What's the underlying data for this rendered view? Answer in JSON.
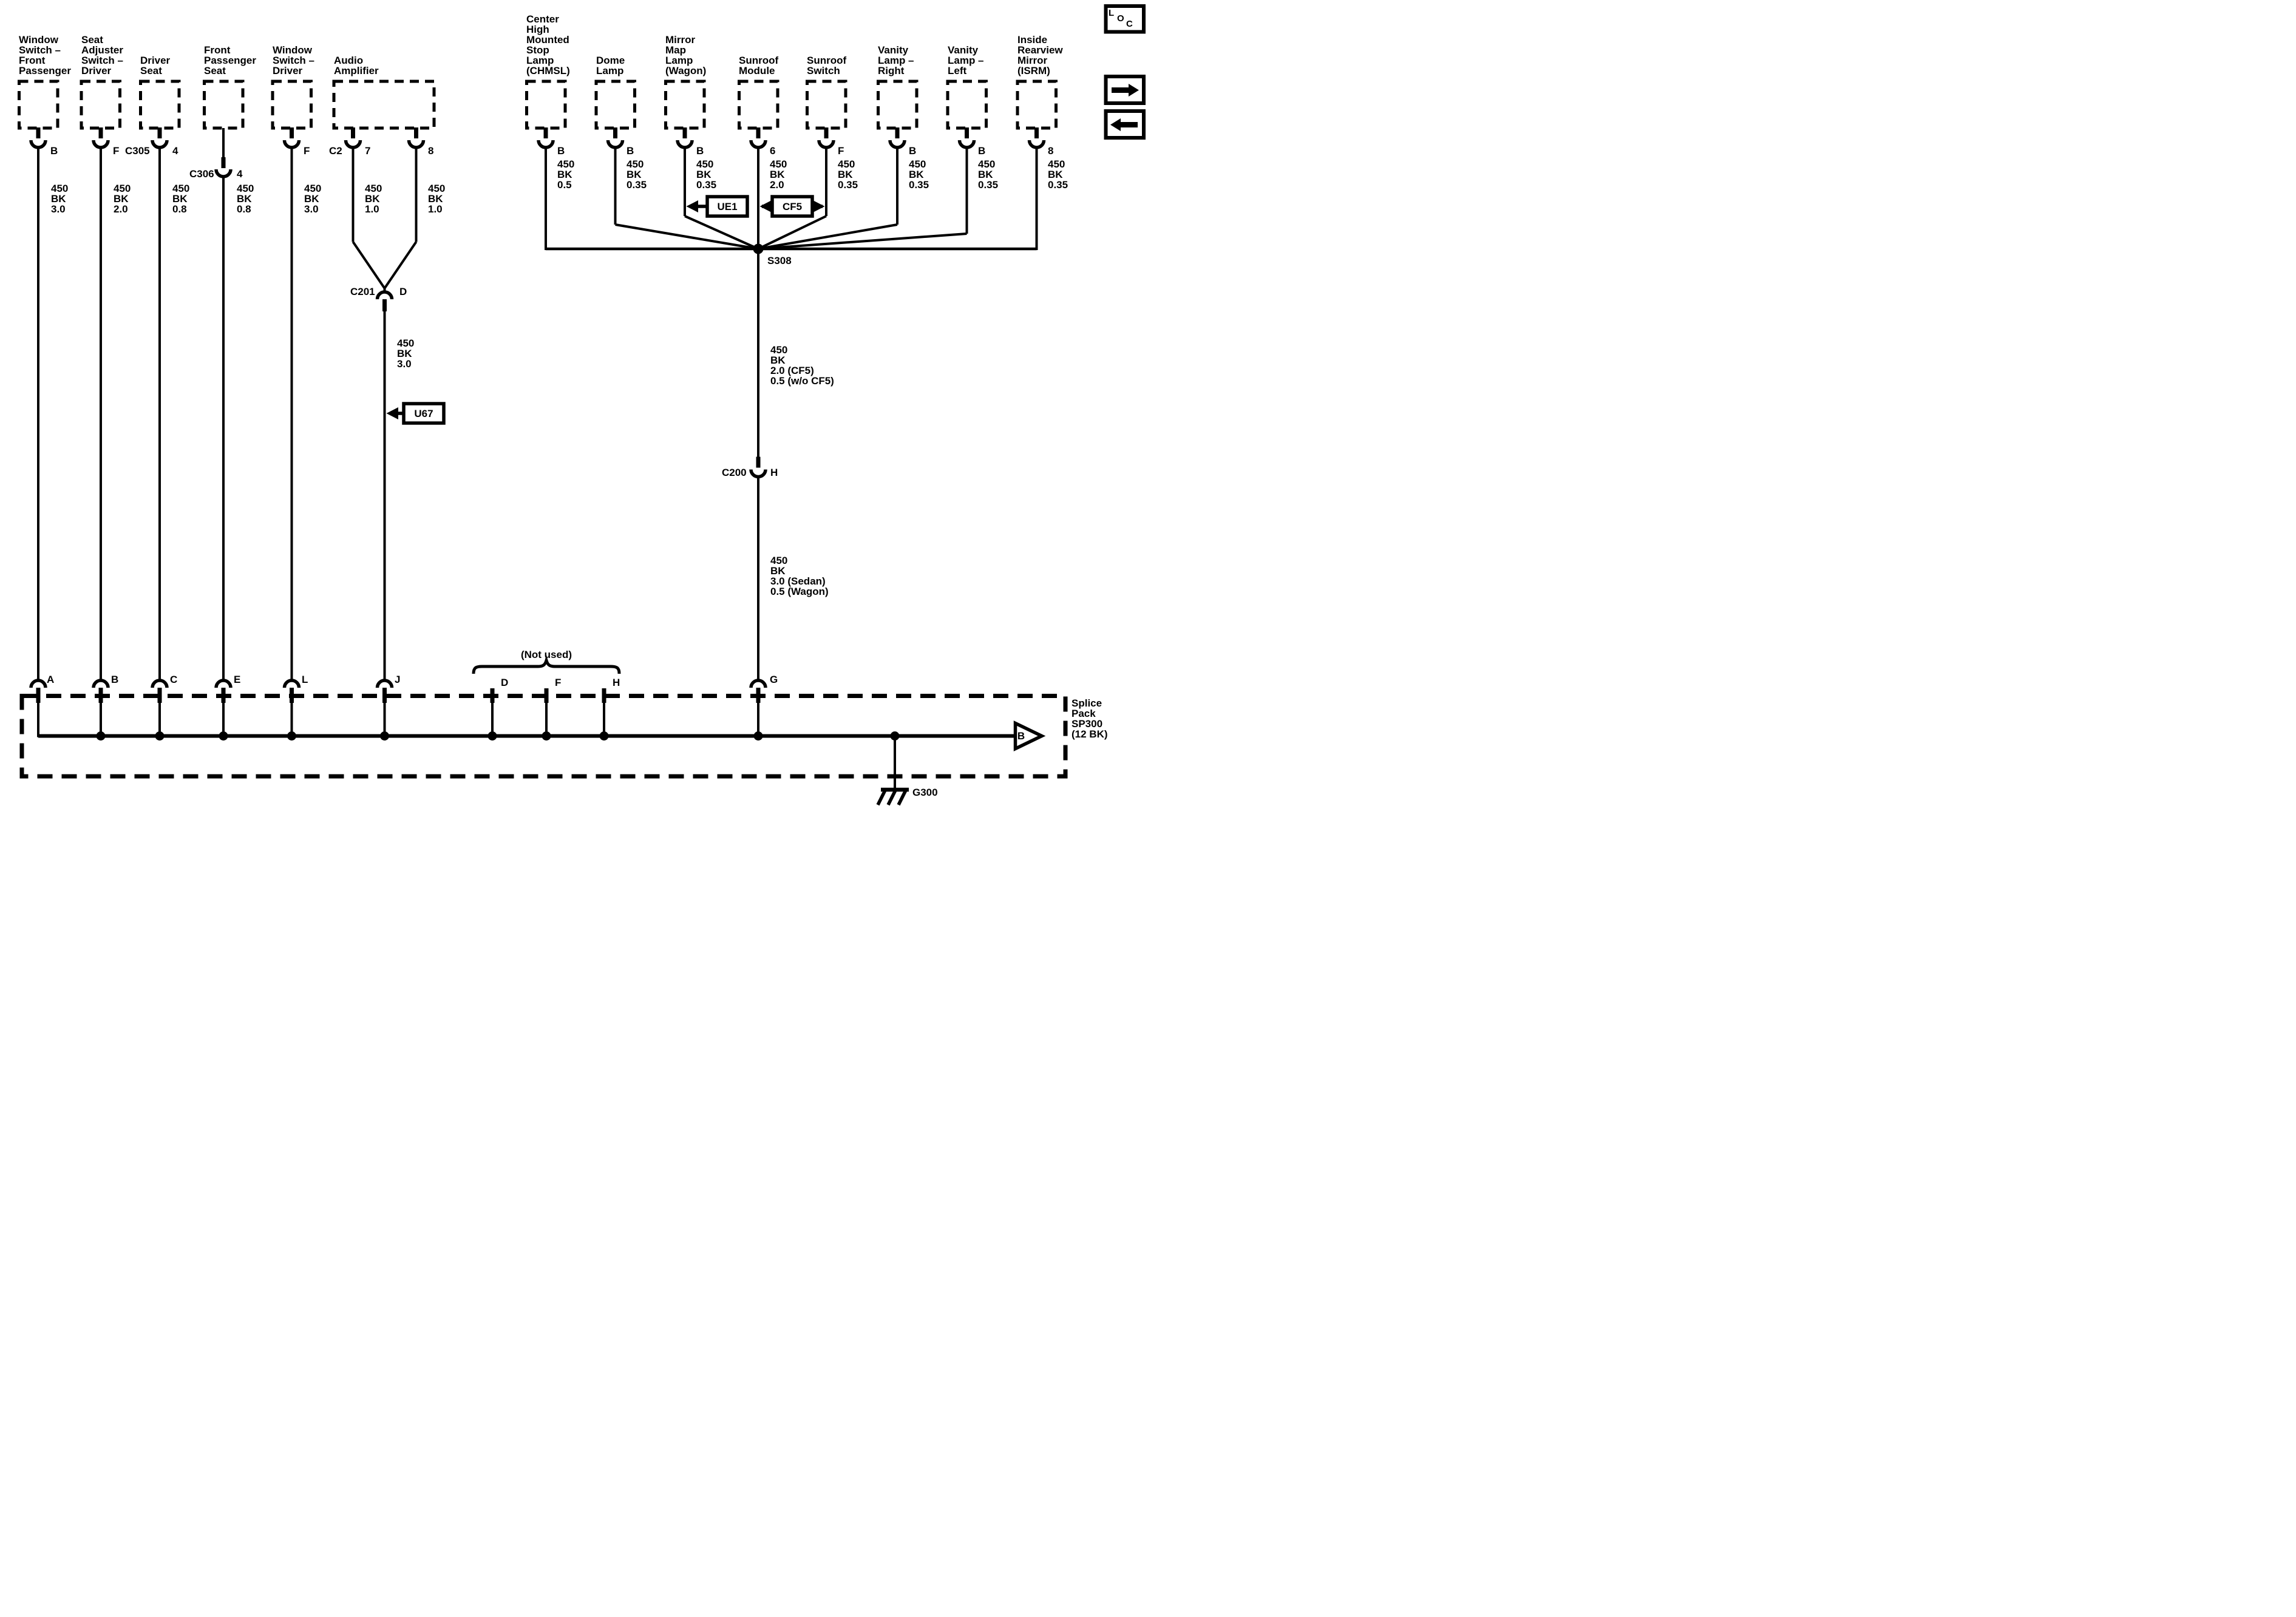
{
  "title": "Ground Distribution — Splice Pack SP300 wiring schematic",
  "colors": {
    "line": "#000000",
    "background": "#ffffff"
  },
  "nav": {
    "loc_letters": [
      "L",
      "O",
      "C"
    ],
    "next_icon": "right-arrow",
    "prev_icon": "left-arrow"
  },
  "components": [
    {
      "id": "window-switch-front-passenger",
      "label": "Window\nSwitch –\nFront\nPassenger",
      "pin": "B",
      "wire": "450\nBK\n3.0"
    },
    {
      "id": "seat-adjuster-switch-driver",
      "label": "Seat\nAdjuster\nSwitch –\nDriver",
      "pin": "F",
      "wire": "450\nBK\n2.0"
    },
    {
      "id": "driver-seat",
      "label": "Driver\nSeat",
      "connector": "C305",
      "pin": "4",
      "wire": "450\nBK\n0.8"
    },
    {
      "id": "front-passenger-seat",
      "label": "Front\nPassenger\nSeat",
      "connector": "C306",
      "pin": "4",
      "wire": "450\nBK\n0.8"
    },
    {
      "id": "window-switch-driver",
      "label": "Window\nSwitch –\nDriver",
      "pin": "F",
      "wire": "450\nBK\n3.0"
    },
    {
      "id": "audio-amplifier",
      "label": "Audio\nAmplifier",
      "connector": "C2",
      "pin_a": "7",
      "pin_b": "8",
      "wire_a": "450\nBK\n1.0",
      "wire_b": "450\nBK\n1.0"
    },
    {
      "id": "chmsl",
      "label": "Center\nHigh\nMounted\nStop\nLamp\n(CHMSL)",
      "pin": "B",
      "wire": "450\nBK\n0.5"
    },
    {
      "id": "dome-lamp",
      "label": "Dome\nLamp",
      "pin": "B",
      "wire": "450\nBK\n0.35"
    },
    {
      "id": "mirror-map-lamp",
      "label": "Mirror\nMap\nLamp\n(Wagon)",
      "pin": "B",
      "wire": "450\nBK\n0.35"
    },
    {
      "id": "sunroof-module",
      "label": "Sunroof\nModule",
      "pin": "6",
      "wire": "450\nBK\n2.0"
    },
    {
      "id": "sunroof-switch",
      "label": "Sunroof\nSwitch",
      "pin": "F",
      "wire": "450\nBK\n0.35"
    },
    {
      "id": "vanity-lamp-right",
      "label": "Vanity\nLamp –\nRight",
      "pin": "B",
      "wire": "450\nBK\n0.35"
    },
    {
      "id": "vanity-lamp-left",
      "label": "Vanity\nLamp –\nLeft",
      "pin": "B",
      "wire": "450\nBK\n0.35"
    },
    {
      "id": "inside-rearview-mirror",
      "label": "Inside\nRearview\nMirror\n(ISRM)",
      "pin": "8",
      "wire": "450\nBK\n0.35"
    }
  ],
  "junctions": {
    "c201": {
      "connector": "C201",
      "pin": "D",
      "wire_below": "450\nBK\n3.0"
    },
    "u67": {
      "label": "U67"
    },
    "ue1": {
      "label": "UE1"
    },
    "cf5": {
      "label": "CF5"
    },
    "s308": {
      "label": "S308",
      "wire_below": "450\nBK\n2.0 (CF5)\n0.5 (w/o CF5)"
    },
    "c200": {
      "connector": "C200",
      "pin": "H",
      "wire_below": "450\nBK\n3.0 (Sedan)\n0.5 (Wagon)"
    }
  },
  "splice_pack": {
    "label": "Splice\nPack\nSP300\n(12 BK)",
    "output_pin": "B",
    "not_used_label": "(Not used)",
    "pins_used": [
      "A",
      "B",
      "C",
      "E",
      "L",
      "J",
      "G"
    ],
    "pins_not_used": [
      "D",
      "F",
      "H"
    ],
    "ground": {
      "label": "G300"
    }
  }
}
